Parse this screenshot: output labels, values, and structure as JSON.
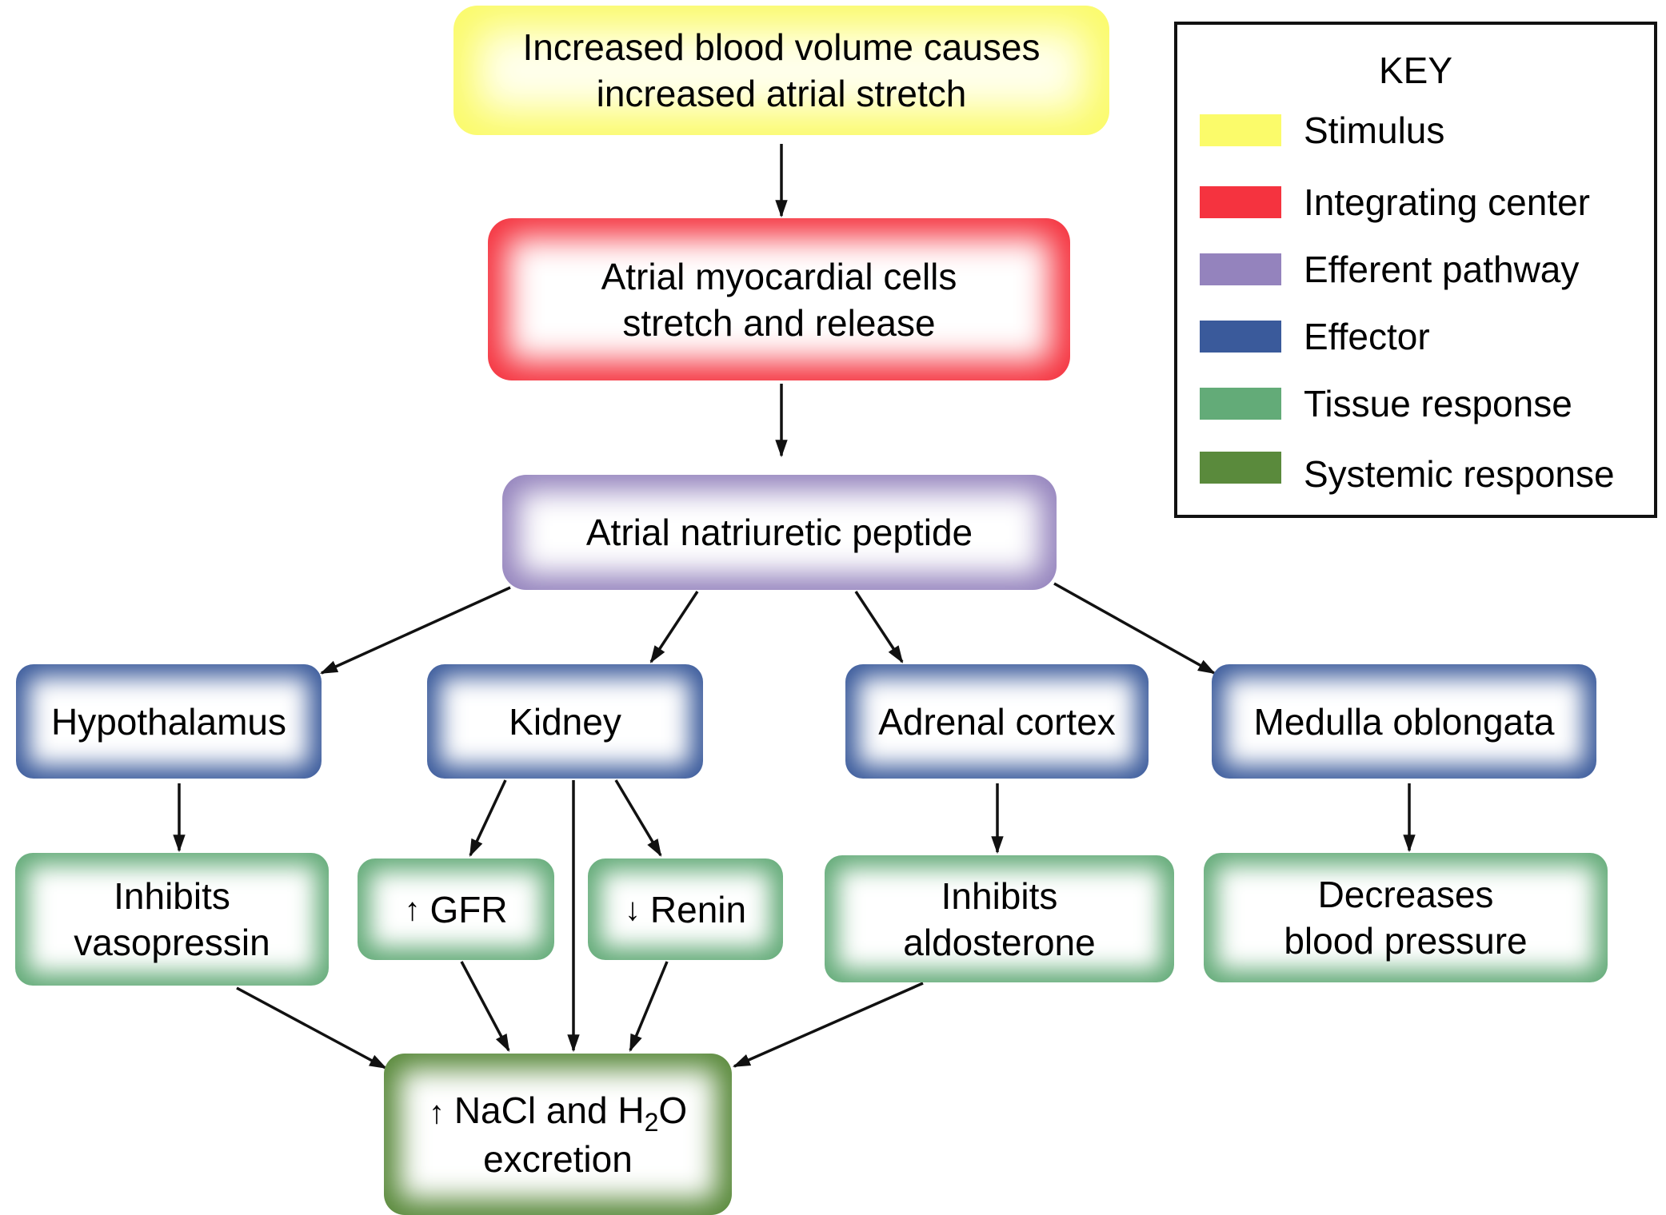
{
  "nodes": {
    "stimulus": {
      "line1": "Increased blood volume causes",
      "line2": "increased atrial stretch"
    },
    "integrating": {
      "line1": "Atrial myocardial cells",
      "line2": "stretch and release"
    },
    "efferent": {
      "line1": "Atrial natriuretic peptide"
    },
    "hypothalamus": {
      "line1": "Hypothalamus"
    },
    "kidney": {
      "line1": "Kidney"
    },
    "adrenal": {
      "line1": "Adrenal cortex"
    },
    "medulla": {
      "line1": "Medulla oblongata"
    },
    "vasopressin": {
      "line1": "Inhibits",
      "line2": "vasopressin"
    },
    "gfr": {
      "arrow": "↑",
      "line1": "GFR"
    },
    "renin": {
      "arrow": "↓",
      "line1": "Renin"
    },
    "aldosterone": {
      "line1": "Inhibits",
      "line2": "aldosterone"
    },
    "bp": {
      "line1": "Decreases",
      "line2": "blood pressure"
    },
    "excretion": {
      "arrow": "↑",
      "pre": "NaCl and H",
      "sub": "2",
      "post": "O",
      "line2": "excretion"
    }
  },
  "key": {
    "title": "KEY",
    "items": [
      {
        "label": "Stimulus",
        "color": "#fbfb6a"
      },
      {
        "label": "Integrating center",
        "color": "#f5333f"
      },
      {
        "label": "Efferent pathway",
        "color": "#9483bd"
      },
      {
        "label": "Effector",
        "color": "#3a5a9b"
      },
      {
        "label": "Tissue response",
        "color": "#63ab78"
      },
      {
        "label": "Systemic response",
        "color": "#5a8a3c"
      }
    ]
  }
}
